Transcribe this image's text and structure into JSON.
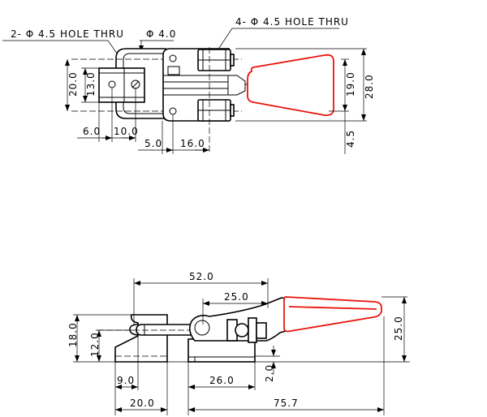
{
  "top_view": {
    "callout_left": "2- Φ 4.5 HOLE THRU",
    "callout_pin": "Φ 4.0",
    "callout_right": "4- Φ 4.5 HOLE THRU",
    "dims": {
      "d20": "20.0",
      "d13": "13.0",
      "d19": "19.0",
      "d28": "28.0",
      "d45": "4.5",
      "d6": "6.0",
      "d10": "10.0",
      "d5": "5.0",
      "d16": "16.0"
    }
  },
  "side_view": {
    "dims": {
      "d52": "52.0",
      "d25h": "25.0",
      "d18": "18.0",
      "d12": "12.0",
      "d25v": "25.0",
      "d2": "2.0",
      "d9": "9.0",
      "d26": "26.0",
      "d20": "20.0",
      "d757": "75.7"
    }
  },
  "colors": {
    "handle": "#e8140c",
    "lines": "#000000"
  }
}
